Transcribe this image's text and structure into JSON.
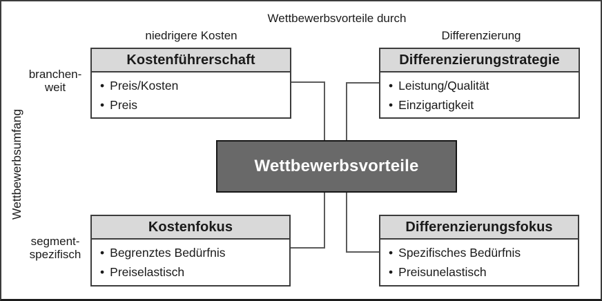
{
  "labels": {
    "top": "Wettbewerbsvorteile durch",
    "col_left": "niedrigere Kosten",
    "col_right": "Differenzierung",
    "left_axis": "Wettbewerbsumfang",
    "row_top": "branchen-\nweit",
    "row_bottom": "segment-\nspezifisch"
  },
  "center_box": {
    "label": "Wettbewerbsvorteile"
  },
  "boxes": [
    {
      "title": "Kostenführerschaft",
      "bullets": [
        "Preis/Kosten",
        "Preis"
      ]
    },
    {
      "title": "Differenzierungstrategie",
      "bullets": [
        "Leistung/Qualität",
        "Einzigartigkeit"
      ]
    },
    {
      "title": "Kostenfokus",
      "bullets": [
        "Begrenztes Bedürfnis",
        "Preiselastisch"
      ]
    },
    {
      "title": "Differenzierungsfokus",
      "bullets": [
        "Spezifisches Bedürfnis",
        "Preisunelastisch"
      ]
    }
  ],
  "colors": {
    "box_header_bg": "#d9d9d9",
    "box_border": "#3c3c3c",
    "center_bg": "#696969",
    "center_border": "#161616",
    "center_text": "#ffffff",
    "connector": "#5a5a5a",
    "text": "#1a1a1a",
    "frame_border": "#3c3c3c"
  }
}
